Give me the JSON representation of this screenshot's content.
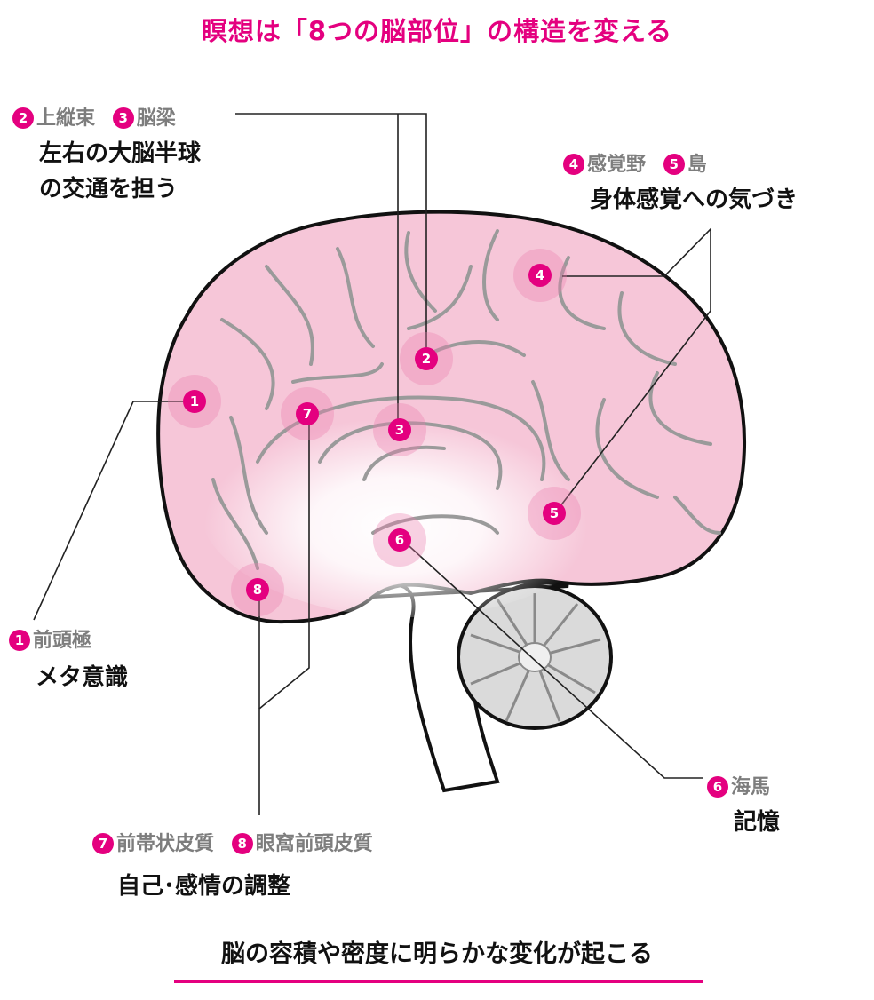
{
  "title": "瞑想は「8つの脳部位」の構造を変える",
  "labels": {
    "l23": {
      "num_a": "2",
      "name_a": "上縦束",
      "num_b": "3",
      "name_b": "脳梁",
      "desc_1": "左右の大脳半球",
      "desc_2": "の交通を担う"
    },
    "l45": {
      "num_a": "4",
      "name_a": "感覚野",
      "num_b": "5",
      "name_b": "島",
      "desc_1": "身体感覚への気づき"
    },
    "l1": {
      "num": "1",
      "name": "前頭極",
      "desc": "メタ意識"
    },
    "l6": {
      "num": "6",
      "name": "海馬",
      "desc": "記憶"
    },
    "l78": {
      "num_a": "7",
      "name_a": "前帯状皮質",
      "num_b": "8",
      "name_b": "眼窩前頭皮質",
      "desc": "自己･感情の調整"
    }
  },
  "markers": [
    "1",
    "2",
    "3",
    "4",
    "5",
    "6",
    "7",
    "8"
  ],
  "footer": "脳の容積や密度に明らかな変化が起こる",
  "colors": {
    "accent": "#e4007f",
    "brain_fill": "#f6c6d8",
    "cerebellum_fill": "#d9d9d9",
    "label_gray": "#7d7d7d"
  }
}
